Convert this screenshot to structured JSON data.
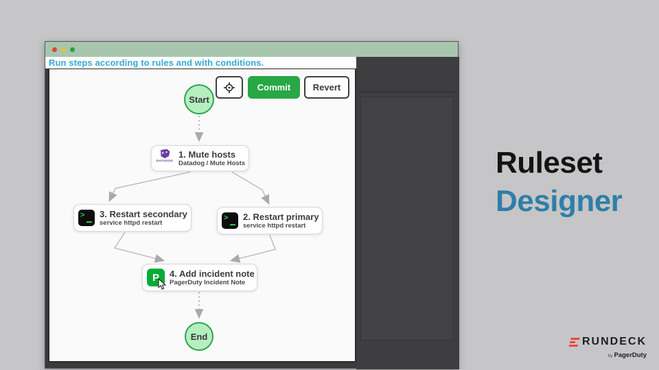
{
  "page": {
    "background": "#c6c5c7"
  },
  "window": {
    "titlebar": {
      "color": "#a8c6ad",
      "traffic_lights": {
        "close": "#d9453d",
        "minimize": "#e6c13a",
        "zoom": "#2f9e44"
      }
    },
    "tagline": {
      "text": "Run steps according to rules and with conditions.",
      "color": "#35aad6"
    },
    "toolbar": {
      "locate": {
        "icon": "crosshair-icon"
      },
      "commit": {
        "label": "Commit",
        "bg": "#28a745"
      },
      "revert": {
        "label": "Revert"
      }
    }
  },
  "flow": {
    "start_label": "Start",
    "end_label": "End",
    "nodes": [
      {
        "title": "1. Mute hosts",
        "subtitle": "Datadog / Mute Hosts",
        "icon": "datadog-icon",
        "icon_text": "DATADOG"
      },
      {
        "title": "3. Restart secondary",
        "subtitle": "service httpd restart",
        "icon": "terminal-icon",
        "prompt": ">"
      },
      {
        "title": "2. Restart primary",
        "subtitle": "service httpd restart",
        "icon": "terminal-icon",
        "prompt": ">"
      },
      {
        "title": "4. Add incident note",
        "subtitle": "PagerDuty Incident Note",
        "icon": "pagerduty-icon",
        "icon_letter": "P"
      }
    ],
    "colors": {
      "node_green_fill": "#b5efbf",
      "node_green_border": "#2da44e",
      "arrow": "#b9b9be",
      "terminal_fg": "#2ecc52",
      "pagerduty_bg": "#06ac38",
      "datadog_purple": "#6b3fa0"
    }
  },
  "aside": {
    "line1": "Ruleset",
    "line2": "Designer",
    "line2_color": "#2e7fa9"
  },
  "brand": {
    "name": "RUNDECK",
    "byline_prefix": "by",
    "byline_company": "PagerDuty",
    "accent": "#ef453e"
  }
}
